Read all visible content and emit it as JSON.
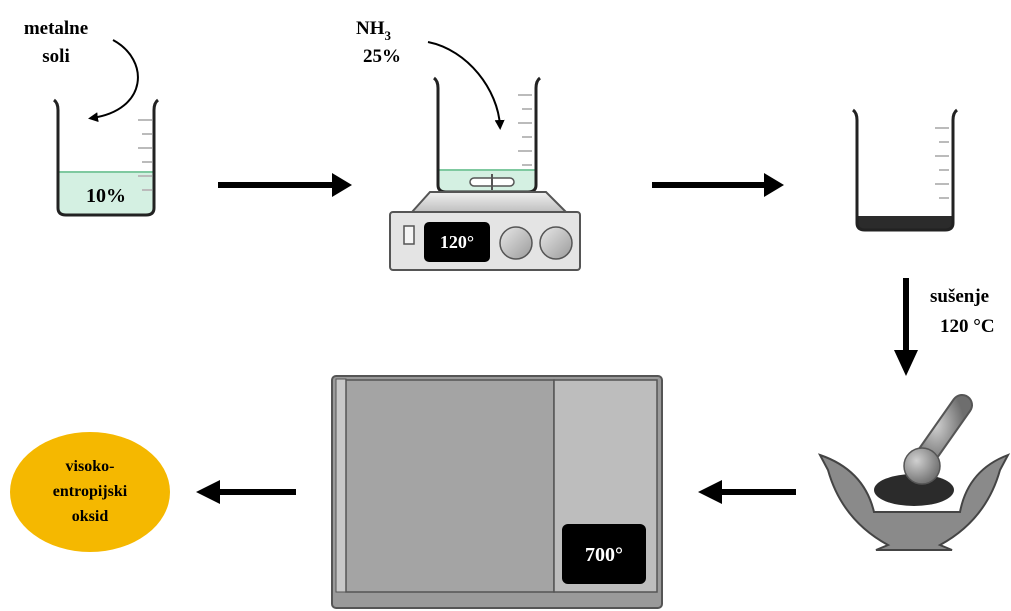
{
  "labels": {
    "metal_salts_line1": "metalne",
    "metal_salts_line2": "soli",
    "beaker1_concentration": "10%",
    "ammonia_formula": "NH",
    "ammonia_subscript": "3",
    "ammonia_concentration": "25%",
    "stirrer_temperature": "120°",
    "drying_line1": "sušenje",
    "drying_line2": "120 °C",
    "furnace_temperature": "700°",
    "product_line1": "visoko-",
    "product_line2": "entropijski",
    "product_line3": "oksid"
  },
  "colors": {
    "solution_fill": "#d4f0e2",
    "solution_line": "#7fc9a0",
    "precipitate": "#2b2b2b",
    "furnace_body": "#9a9a9a",
    "furnace_door": "#bdbdbd",
    "display_bg": "#000000",
    "product_ellipse": "#f5b800",
    "mortar": "#8a8a8a"
  },
  "icons": {
    "beaker": "beaker-icon",
    "hot_plate": "hot-plate-stirrer-icon",
    "mortar": "mortar-and-pestle-icon",
    "furnace": "furnace-icon",
    "arrow": "arrow-icon"
  }
}
